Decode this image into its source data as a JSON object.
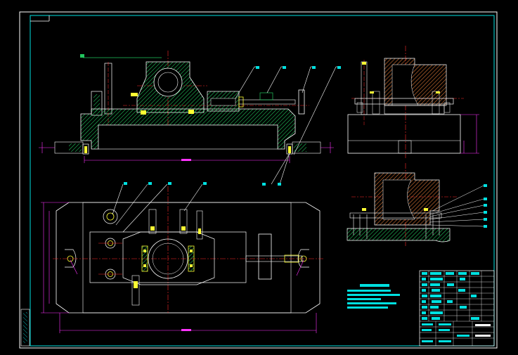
{
  "drawing": {
    "background_color": "#000000",
    "colors": {
      "outline": "#ffffff",
      "border": "#00e0e0",
      "hatch": "#22c55e",
      "center_line": "#ff2a2a",
      "dimension": "#ff33ff",
      "leader": "#ffffff",
      "part_accent": "#ffff33",
      "rib_hatch": "#d97736",
      "title_block_fill": "#00e0e0"
    },
    "views": [
      "front-view",
      "side-view",
      "section-view",
      "top-view"
    ],
    "notes_title": "",
    "title_block": {
      "label": ""
    }
  }
}
